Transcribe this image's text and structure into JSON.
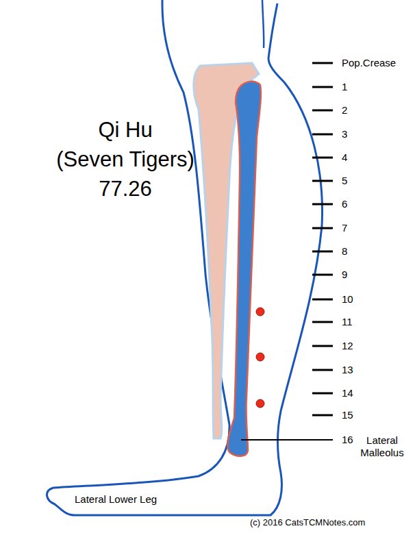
{
  "diagram": {
    "title": "Qi Hu (Seven Tigers) 77.26",
    "labels": [
      "Pop.Crease",
      "1",
      "2",
      "3",
      "4",
      "5",
      "6",
      "7",
      "8",
      "9",
      "10",
      "11",
      "12",
      "13",
      "14",
      "15",
      "16",
      "Lateral Malleolus",
      "Lateral Lower Leg",
      "(c) 2016 CatsTCMNotes.com"
    ]
  }
}
